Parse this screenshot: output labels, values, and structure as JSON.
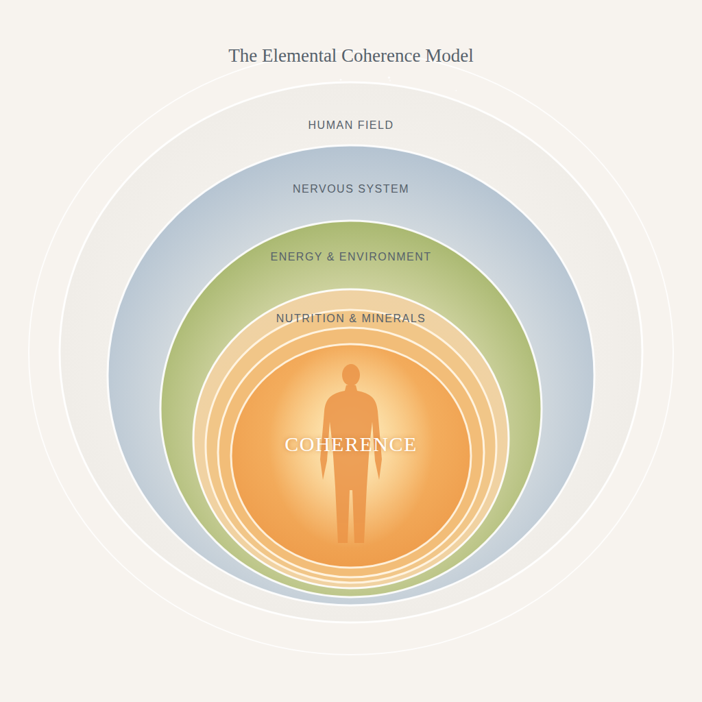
{
  "diagram": {
    "title": "The Elemental Coherence Model",
    "nodes": [
      {
        "text": [
          "HUMAN FIELD"
        ]
      },
      {
        "text": [
          "NERVOUS SYSTEM"
        ],
        "in": 0
      },
      {
        "text": [
          "ENERGY & ENVIRONMENT"
        ],
        "in": 1
      },
      {
        "text": [
          "NUTRITION & MINERALS"
        ],
        "in": 2
      },
      {
        "text": [
          "COHERENCE"
        ],
        "in": 3
      }
    ]
  }
}
